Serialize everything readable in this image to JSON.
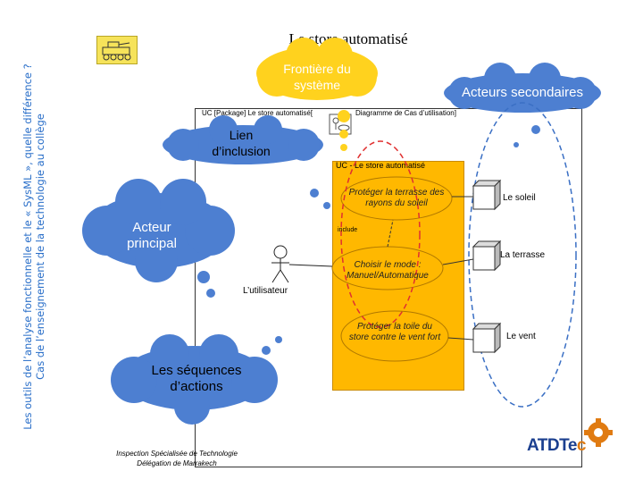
{
  "side_title": {
    "line1": "Les outils de l’analyse fonctionnelle et le « SysML », quelle différence ?",
    "line2": "Cas de l’enseignement de la technologie au collège"
  },
  "title": "Le store automatisé",
  "clouds": {
    "frontiere": "Frontière du système",
    "acteurs_secondaires": "Acteurs secondaires",
    "lien_inclusion": "Lien d’inclusion",
    "acteur_principal": "Acteur principal",
    "sequences": "Les séquences d’actions"
  },
  "diagram": {
    "package_label": "UC [Package] Le store automatisé[",
    "diagram_label": "Diagramme de Cas d’utilisation]",
    "system_label": "UC - Le store automatisé",
    "use_cases": [
      "Protéger la terrasse des rayons du soleil",
      "Choisir le mode : Manuel/Automatique",
      "Protéger la toile du store contre le vent fort"
    ],
    "include_label": "include",
    "primary_actor": "L’utilisateur",
    "secondary_actors": [
      "Le soleil",
      "La terrasse",
      "Le vent"
    ]
  },
  "footer": {
    "line1": "Inspection Spécialisée de Technologie",
    "line2": "Délégation de Marrakech"
  },
  "logo": {
    "main": "ATDTe",
    "accent": "c"
  },
  "colors": {
    "yellow_cloud": "#ffd21e",
    "blue_cloud": "#4d7fd1",
    "system_fill": "#ffb800",
    "connector": "#3a6fc4"
  }
}
